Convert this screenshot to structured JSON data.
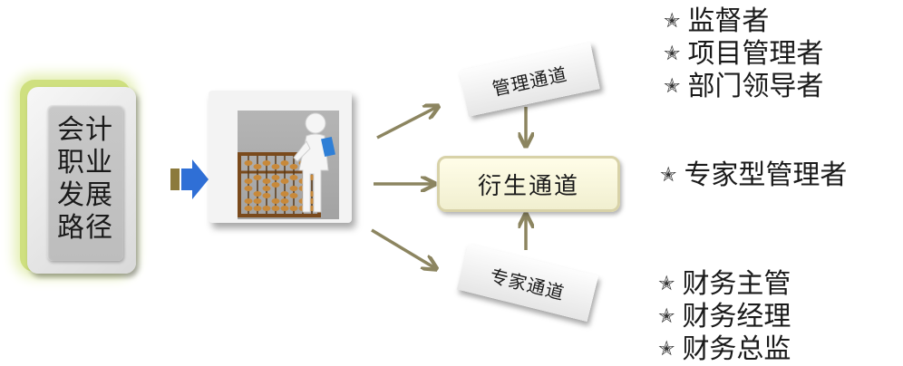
{
  "source_box": {
    "label": "会计\n职业\n发展\n路径"
  },
  "channels": {
    "management": "管理通道",
    "derived": "衍生通道",
    "expert": "专家通道"
  },
  "roles": {
    "management": [
      "监督者",
      "项目管理者",
      "部门领导者"
    ],
    "derived": [
      "专家型管理者"
    ],
    "expert": [
      "财务主管",
      "财务经理",
      "财务总监"
    ]
  },
  "icons": {
    "bullet": "star-icon",
    "entry_arrow": "blue-right-arrow-icon",
    "figure": "accountant-abacus-figure"
  },
  "colors": {
    "arrow": "#8c8560",
    "entry_arrow_blue": "#2f6fd6",
    "entry_arrow_tail": "#8c7a3c",
    "tile_glow": "#cfe07f",
    "center_border": "#d8d2a8"
  }
}
